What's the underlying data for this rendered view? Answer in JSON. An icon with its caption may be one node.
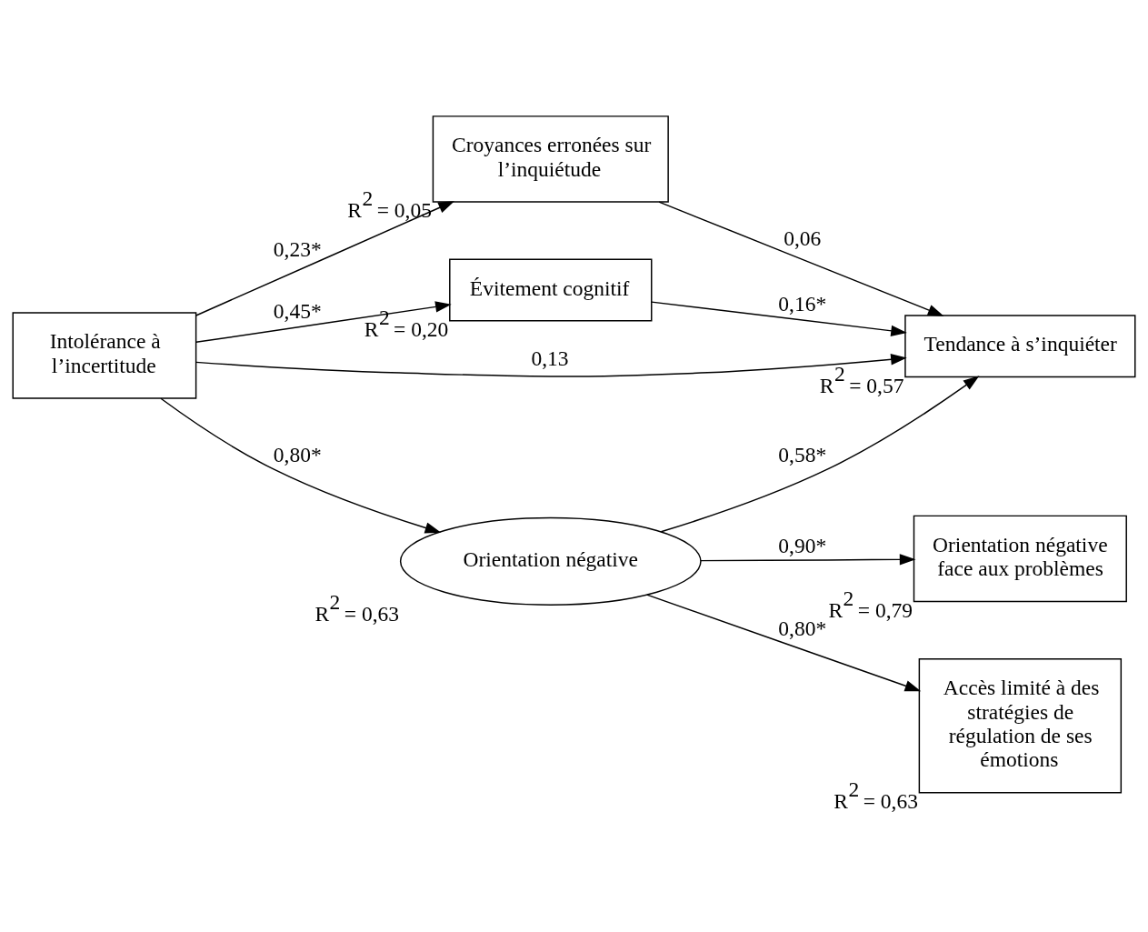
{
  "diagram": {
    "nodes": [
      {
        "text": [
          "Intolérance à l’incertitude"
        ]
      },
      {
        "text": [
          "Croyances erronées sur l’inquiétude"
        ],
        "beside": [
          "R$^{2}$ = 0,05"
        ]
      },
      {
        "text": [
          "Évitement cognitif"
        ],
        "beside": [
          "R$^{2}$ = 0,20"
        ]
      },
      {
        "text": [
          "Tendance à s’inquiéter"
        ],
        "beside": [
          "R$^{2}$ = 0,57"
        ]
      },
      {
        "text": [
          "Orientation négative"
        ],
        "beside": [
          "R$^{2}$ = 0,63"
        ]
      },
      {
        "text": [
          "Orientation négative face aux problèmes"
        ],
        "beside": [
          "R$^{2}$ = 0,79"
        ]
      },
      {
        "text": [
          "Accès limité à des stratégies de régulation de ses émotions"
        ],
        "beside": [
          "R$^{2}$ = 0,63"
        ]
      }
    ],
    "edges": [
      {
        "from": 0,
        "to": 1,
        "arrow": "to",
        "label": "0,23*"
      },
      {
        "from": 0,
        "to": 2,
        "arrow": "to",
        "label": "0,45*"
      },
      {
        "from": 0,
        "to": 3,
        "arrow": "to",
        "label": "0,13"
      },
      {
        "from": 0,
        "to": 4,
        "arrow": "to",
        "label": "0,80*"
      },
      {
        "from": 1,
        "to": 3,
        "arrow": "to",
        "label": "0,06"
      },
      {
        "from": 2,
        "to": 3,
        "arrow": "to",
        "label": "0,16*"
      },
      {
        "from": 4,
        "to": 3,
        "arrow": "to",
        "label": "0,58*"
      },
      {
        "from": 4,
        "to": 5,
        "arrow": "to",
        "label": "0,90*"
      },
      {
        "from": 4,
        "to": 6,
        "arrow": "to",
        "label": "0,80*"
      }
    ]
  }
}
